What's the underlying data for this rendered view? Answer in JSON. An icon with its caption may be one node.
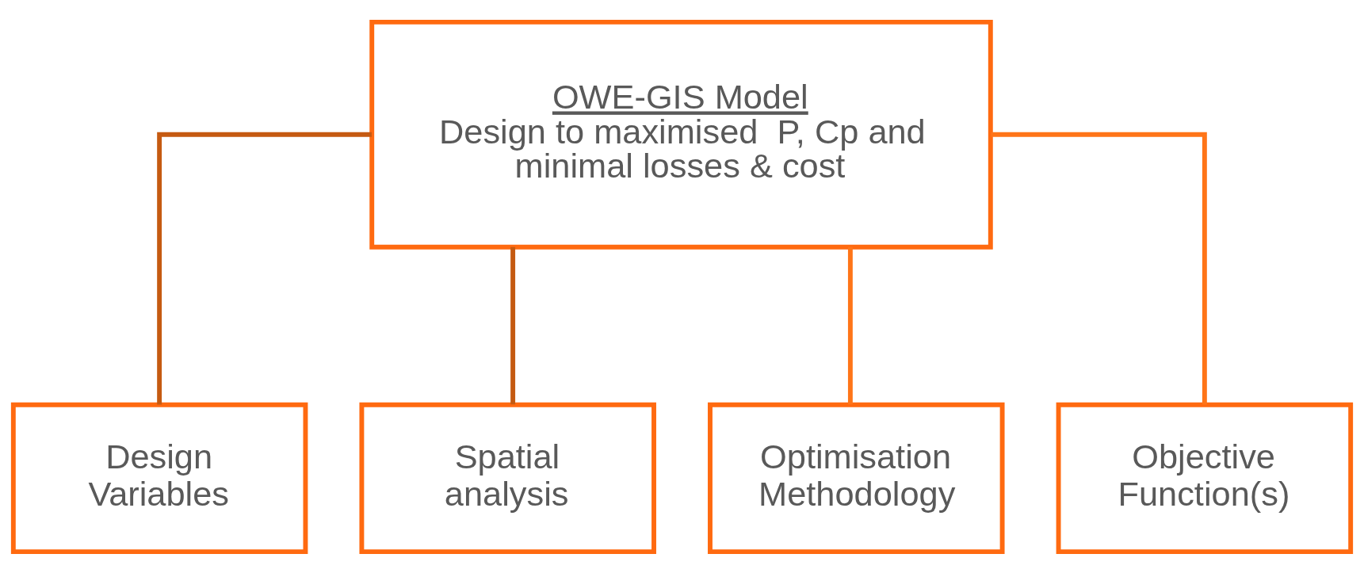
{
  "diagram": {
    "nodes": [
      {
        "text": [
          "OWE-GIS Model",
          "Design to maximised  P, Cp and minimal losses & cost"
        ]
      },
      {
        "text": [
          "Design Variables"
        ]
      },
      {
        "text": [
          "Spatial analysis"
        ]
      },
      {
        "text": [
          "Optimisation Methodology"
        ]
      },
      {
        "text": [
          "Objective Function(s)"
        ]
      }
    ],
    "edges": [
      {
        "from": 0,
        "to": 1,
        "arrow": "none",
        "color": "#c55a11"
      },
      {
        "from": 0,
        "to": 2,
        "arrow": "none",
        "color": "#c55a11"
      },
      {
        "from": 0,
        "to": 3,
        "arrow": "none",
        "color": "#ff7518"
      },
      {
        "from": 0,
        "to": 4,
        "arrow": "none",
        "color": "#ff7518"
      }
    ]
  }
}
